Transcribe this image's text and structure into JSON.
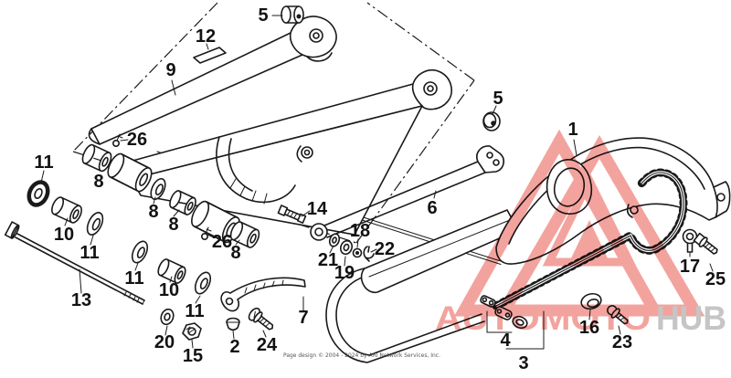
{
  "colors": {
    "line": "#1a1a1a",
    "watermark_red": "#e8473e",
    "watermark_gray": "#8c8c8c"
  },
  "watermark": {
    "brand_left": "AUTOMOTO",
    "brand_right": "HUB"
  },
  "footer": {
    "copyright": "Page design © 2004 - 2024 by ARI Network Services, Inc."
  },
  "diagram": {
    "callouts": [
      {
        "n": "1"
      },
      {
        "n": "2"
      },
      {
        "n": "3"
      },
      {
        "n": "4"
      },
      {
        "n": "5"
      },
      {
        "n": "5"
      },
      {
        "n": "6"
      },
      {
        "n": "7"
      },
      {
        "n": "8"
      },
      {
        "n": "8"
      },
      {
        "n": "8"
      },
      {
        "n": "8"
      },
      {
        "n": "9"
      },
      {
        "n": "10"
      },
      {
        "n": "10"
      },
      {
        "n": "11"
      },
      {
        "n": "11"
      },
      {
        "n": "11"
      },
      {
        "n": "11"
      },
      {
        "n": "12"
      },
      {
        "n": "13"
      },
      {
        "n": "14"
      },
      {
        "n": "15"
      },
      {
        "n": "16"
      },
      {
        "n": "17"
      },
      {
        "n": "18"
      },
      {
        "n": "19"
      },
      {
        "n": "20"
      },
      {
        "n": "21"
      },
      {
        "n": "22"
      },
      {
        "n": "23"
      },
      {
        "n": "24"
      },
      {
        "n": "25"
      },
      {
        "n": "26"
      },
      {
        "n": "26"
      }
    ]
  }
}
